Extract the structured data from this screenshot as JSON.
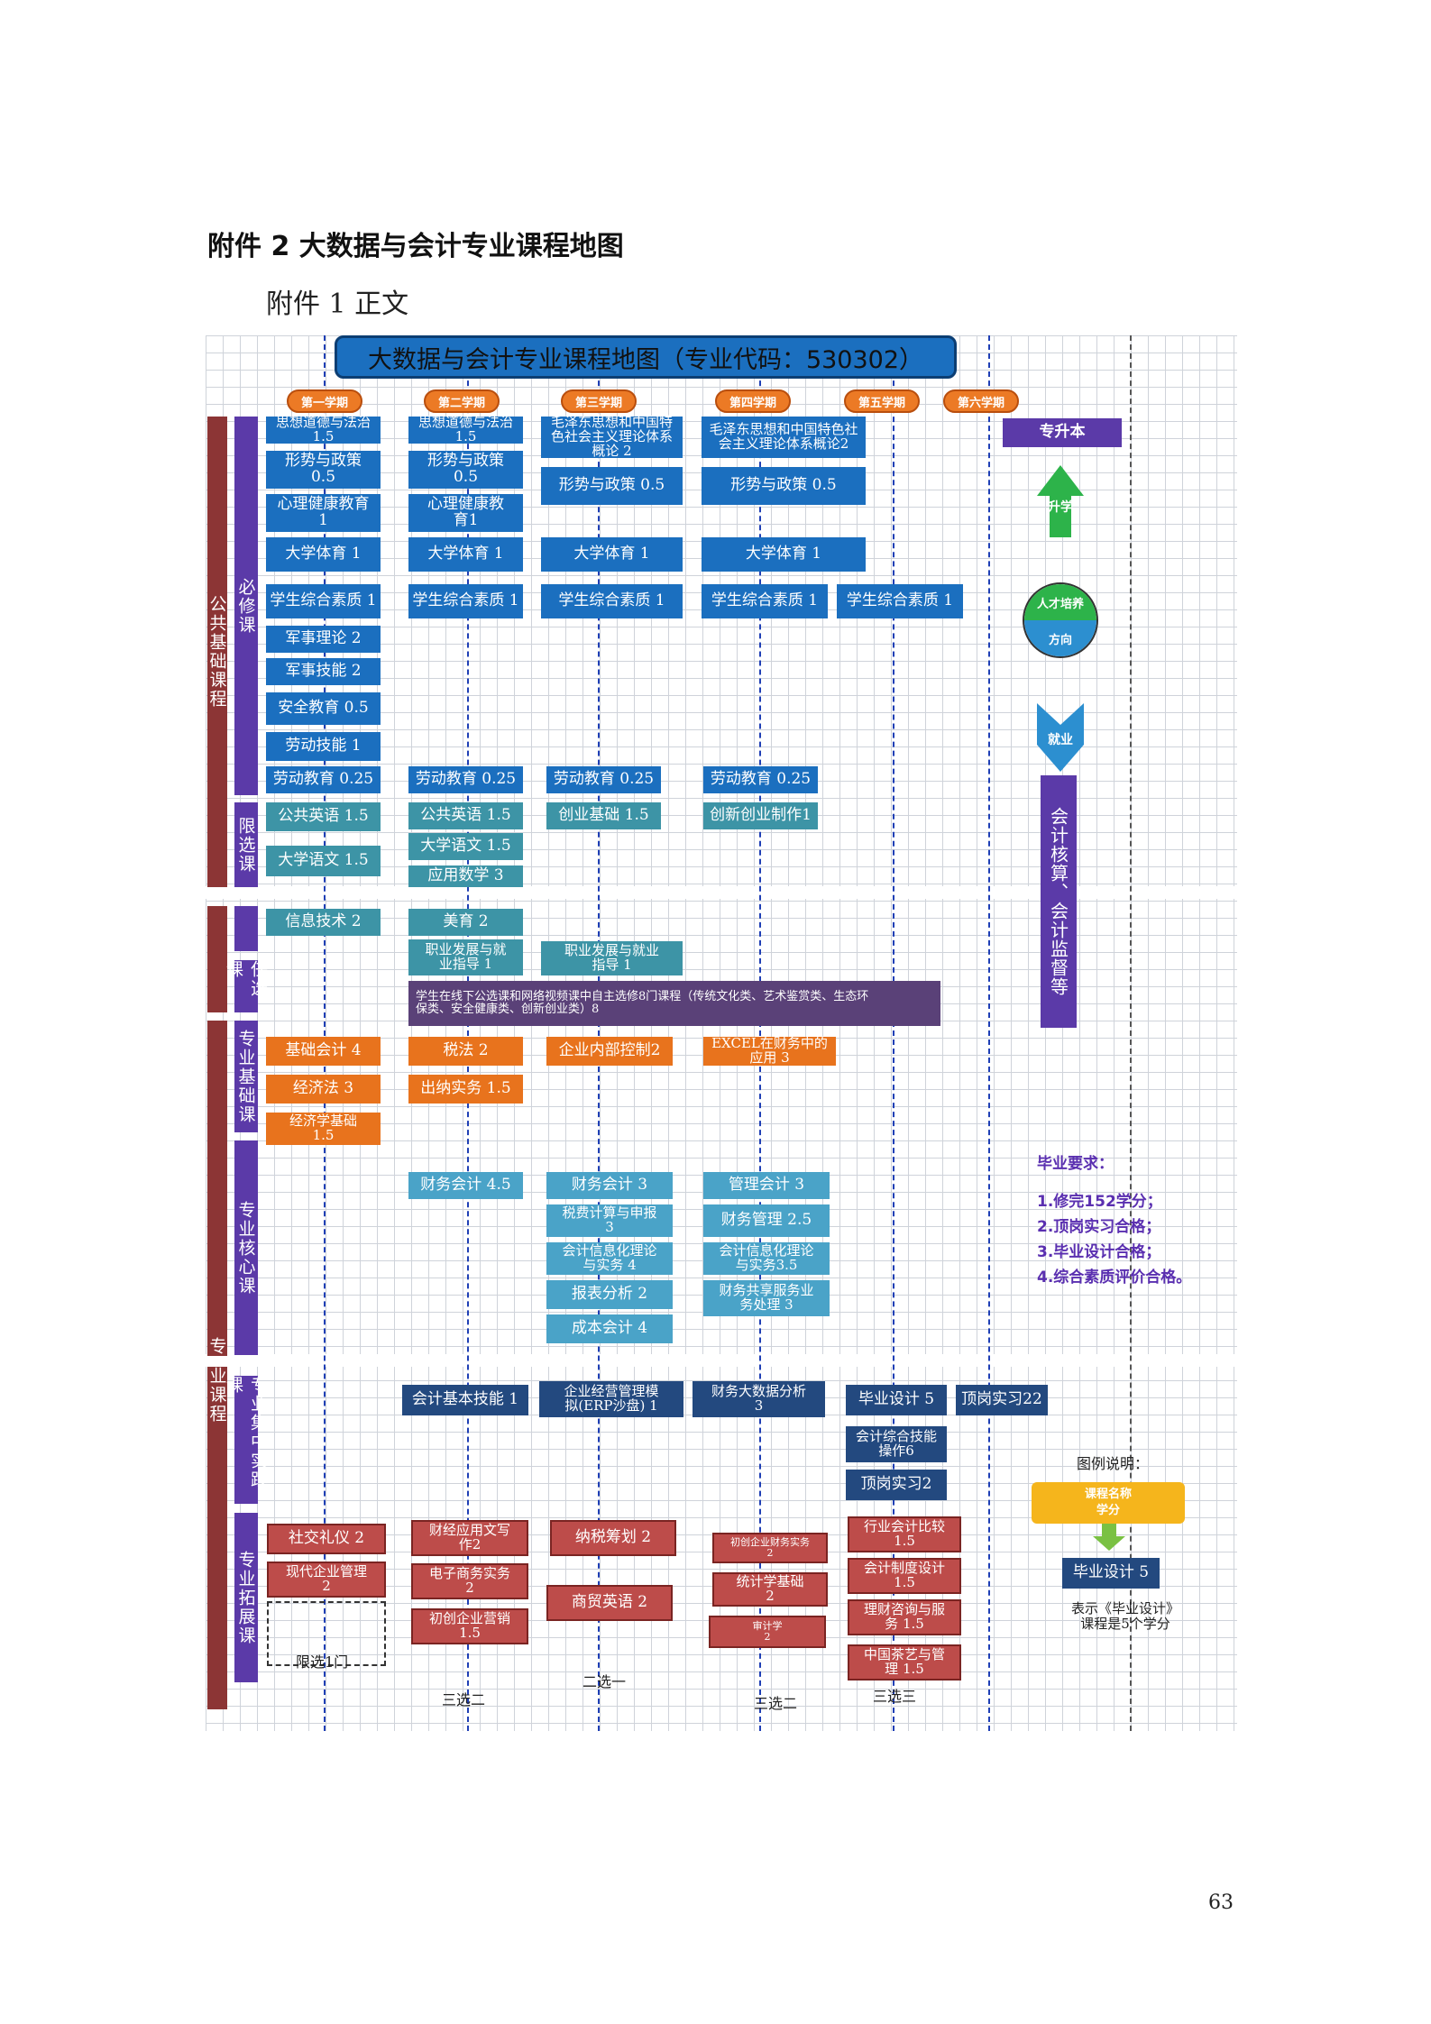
{
  "page": {
    "heading": "附件 2 大数据与会计专业课程地图",
    "subheading": "附件 1 正文",
    "page_number": "63"
  },
  "map": {
    "title": "大数据与会计专业课程地图（专业代码：530302）",
    "semesters": [
      "第一学期",
      "第二学期",
      "第三学期",
      "第四学期",
      "第五学期",
      "第六学期"
    ],
    "categories": {
      "public": "公共基础课程",
      "required": "必修课",
      "limited": "限选课",
      "elective": "任选课",
      "major_top": "专",
      "major_bottom": "业课程",
      "major_basic": "专业基础课",
      "major_core": "专业核心课",
      "practice": "专业集中实践课",
      "extension": "专业拓展课"
    },
    "courses": {
      "sixiang1": "思想道德与法治\n1.5",
      "sixiang2": "思想道德与法治\n1.5",
      "mao3": "毛泽东思想和中国特\n色社会主义理论体系\n概论 2",
      "mao4": "毛泽东思想和中国特色社\n会主义理论体系概论2",
      "xingshi1": "形势与政策\n0.5",
      "xingshi2": "形势与政策\n0.5",
      "xingshi3": "形势与政策 0.5",
      "xingshi4": "形势与政策 0.5",
      "xinli1": "心理健康教育\n1",
      "xinli2": "心理健康教\n育1",
      "tiyu1": "大学体育 1",
      "tiyu2": "大学体育 1",
      "tiyu3": "大学体育 1",
      "tiyu4": "大学体育 1",
      "suzhi1": "学生综合素质 1",
      "suzhi2": "学生综合素质 1",
      "suzhi3": "学生综合素质 1",
      "suzhi4": "学生综合素质 1",
      "suzhi5": "学生综合素质 1",
      "junshi_lilun": "军事理论 2",
      "junshi_jineng": "军事技能 2",
      "anquan": "安全教育 0.5",
      "laodong_jineng": "劳动技能 1",
      "laodong1": "劳动教育 0.25",
      "laodong2": "劳动教育 0.25",
      "laodong3": "劳动教育 0.25",
      "laodong4": "劳动教育 0.25",
      "yingyu1": "公共英语 1.5",
      "yingyu2": "公共英语 1.5",
      "chuangye": "创业基础 1.5",
      "chuangxin": "创新创业制作1",
      "yuwen1": "大学语文 1.5",
      "yuwen2": "大学语文 1.5",
      "shuxue": "应用数学 3",
      "xinxi": "信息技术 2",
      "meiyu": "美育 2",
      "zhiye2": "职业发展与就\n业指导 1",
      "zhiye3": "职业发展与就业\n指导 1",
      "online": "学生在线下公选课和网络视频课中自主选修8门课程（传统文化类、艺术鉴赏类、生态环\n保类、安全健康类、创新创业类）8",
      "jichu_kuaiji": "基础会计 4",
      "shuifa": "税法 2",
      "neibu": "企业内部控制2",
      "excel": "EXCEL在财务中的\n应用 3",
      "jingjifa": "经济法 3",
      "chuna": "出纳实务 1.5",
      "jingjixue": "经济学基础\n1.5",
      "caiwu1": "财务会计 4.5",
      "caiwu2": "财务会计 3",
      "guanli": "管理会计 3",
      "shuifei": "税费计算与申报\n3",
      "caiwuguanli": "财务管理 2.5",
      "xinxihua3": "会计信息化理论\n与实务 4",
      "xinxihua4": "会计信息化理论\n与实务3.5",
      "baobiao": "报表分析 2",
      "gongxiang": "财务共享服务业\n务处理 3",
      "chengben": "成本会计 4",
      "jineng": "会计基本技能 1",
      "erp": "企业经营管理模\n拟(ERP沙盘) 1",
      "dashuju": "财务大数据分析\n3",
      "biye": "毕业设计 5",
      "dinggang22": "顶岗实习22",
      "zonghe": "会计综合技能\n操作6",
      "dinggang2": "顶岗实习2",
      "sheji": "社交礼仪 2",
      "xiandai": "现代企业管理\n2",
      "yingyong": "财经应用文写\n作2",
      "dianzi": "电子商务实务\n2",
      "yingxiao": "初创企业营销\n1.5",
      "nashui": "纳税筹划 2",
      "shangmao": "商贸英语 2",
      "chuchuang_caiwu": "初创企业财务实务\n2",
      "tongji": "统计学基础\n2",
      "shenji": "审计学\n2",
      "hangye": "行业会计比较\n1.5",
      "zhidu": "会计制度设计\n1.5",
      "licai": "理财咨询与服\n务 1.5",
      "chayi": "中国茶艺与管\n理 1.5"
    },
    "notes": {
      "xianxuan": "限选1门",
      "sanxuaner_a": "三选二",
      "erxuanyi": "二选一",
      "sanxuaner_b": "三选二",
      "sanxuansan": "三选三"
    },
    "side": {
      "zhuanshengben": "专升本",
      "shengxue": "升学",
      "rencai_top": "人才培养",
      "rencai_bottom": "方向",
      "jiuye": "就业",
      "direction": "会计核算、会计监督等"
    },
    "requirements": {
      "title": "毕业要求：",
      "items": [
        "1.修完152学分；",
        "2.顶岗实习合格；",
        "3.毕业设计合格；",
        "4.综合素质评价合格。"
      ]
    },
    "legend": {
      "title": "图例说明：",
      "name_label": "课程名称",
      "credit_label": "学分",
      "example": "毕业设计 5",
      "caption": "表示《毕业设计》\n课程是5个学分"
    }
  },
  "colors": {
    "blue": "#1b6fbf",
    "teal": "#3d94a6",
    "orange": "#e8731d",
    "navy": "#23497f",
    "red": "#bd4c4a",
    "purple": "#5b3aa8",
    "maroon": "#8c3535",
    "green": "#2db34a"
  },
  "icons": [
    "arrow-up-icon",
    "circle-direction-icon",
    "arrow-down-icon",
    "legend-arrow-down-icon"
  ]
}
